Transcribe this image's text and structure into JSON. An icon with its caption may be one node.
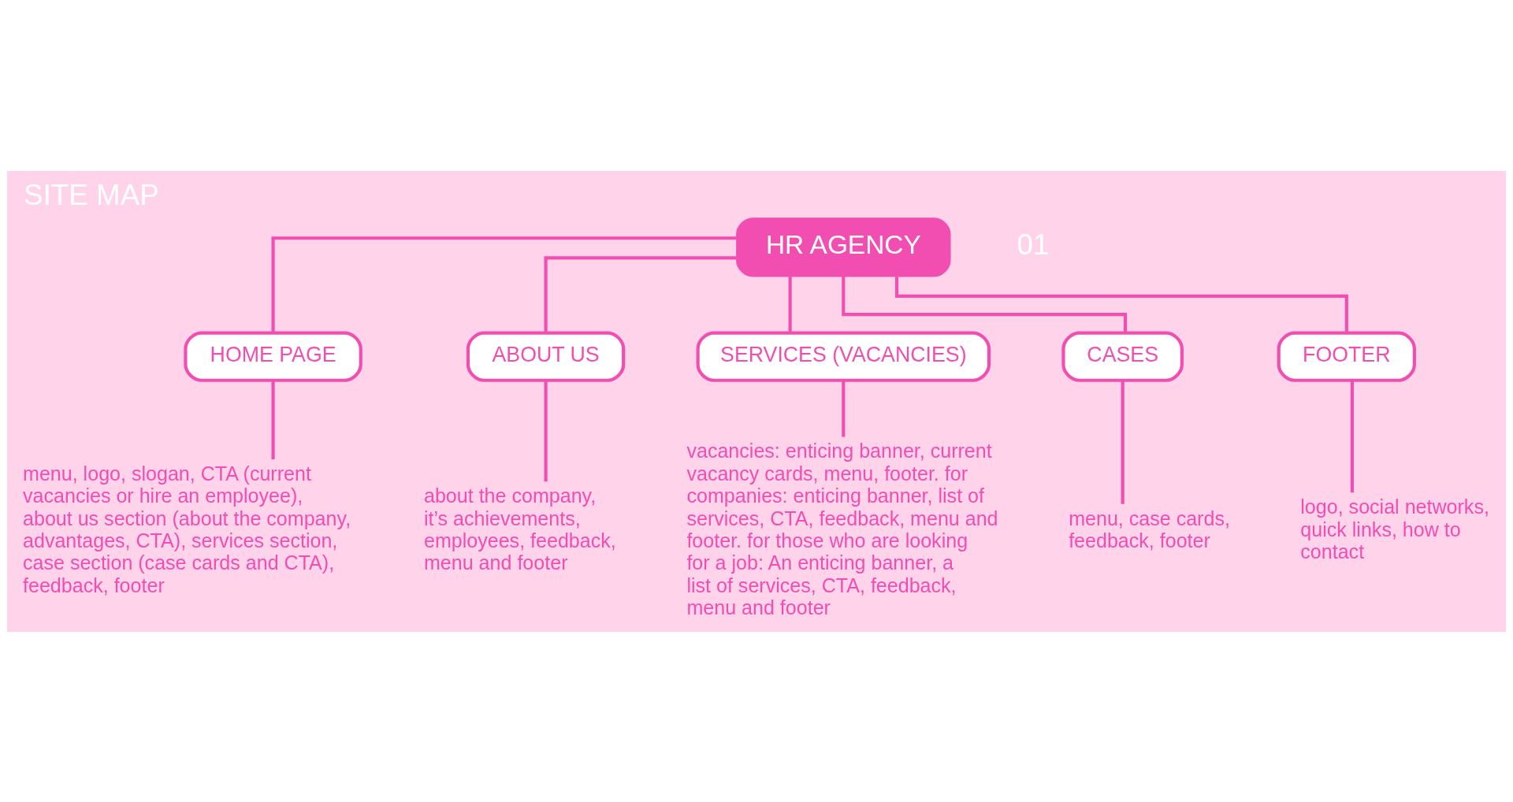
{
  "diagram": {
    "title": "SITE MAP",
    "nodes": [
      {
        "text": [
          "HR AGENCY"
        ]
      },
      {
        "text": [
          "HOME PAGE"
        ]
      },
      {
        "text": [
          "ABOUT US"
        ]
      },
      {
        "text": [
          "SERVICES (VACANCIES)"
        ]
      },
      {
        "text": [
          "CASES"
        ]
      },
      {
        "text": [
          "FOOTER"
        ]
      },
      {
        "text": [
          "menu, logo, slogan, CTA (current vacancies or hire an employee), about us section (about the company, advantages, CTA), services section, case section (case cards and CTA), feedback, footer"
        ]
      },
      {
        "text": [
          "about the company, it’s achievements, employees, feedback, menu and footer"
        ]
      },
      {
        "text": [
          "vacancies: enticing banner, current vacancy cards, menu, footer. for companies: enticing banner, list of services, CTA, feedback, menu and footer. for those who are looking for a job: An enticing banner, a list of services, CTA, feedback, menu and footer"
        ]
      },
      {
        "text": [
          "menu, case cards, feedback, footer"
        ]
      },
      {
        "text": [
          "logo, social networks, quick links, how to contact"
        ]
      }
    ],
    "edges": [
      {
        "from": 0,
        "to": 1,
        "arrow": "none"
      },
      {
        "from": 0,
        "to": 2,
        "arrow": "none"
      },
      {
        "from": 0,
        "to": 3,
        "arrow": "none"
      },
      {
        "from": 0,
        "to": 4,
        "arrow": "none"
      },
      {
        "from": 0,
        "to": 5,
        "arrow": "none"
      },
      {
        "from": 1,
        "to": 6,
        "arrow": "none"
      },
      {
        "from": 2,
        "to": 7,
        "arrow": "none"
      },
      {
        "from": 3,
        "to": 8,
        "arrow": "none"
      },
      {
        "from": 4,
        "to": 9,
        "arrow": "none"
      },
      {
        "from": 5,
        "to": 10,
        "arrow": "none"
      }
    ],
    "labels": [
      "01"
    ]
  }
}
